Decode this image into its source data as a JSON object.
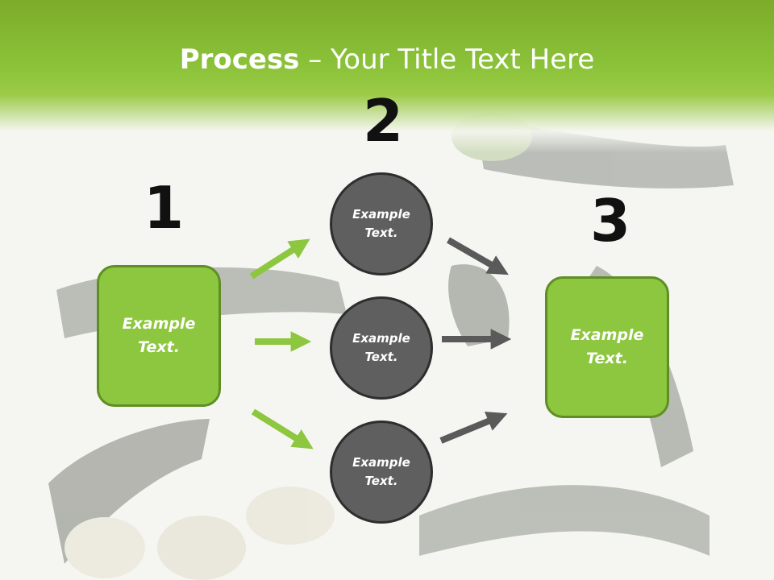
{
  "slide": {
    "title_bold": "Process",
    "title_rest": " – Your Title Text Here",
    "steps": [
      "1",
      "2",
      "3"
    ],
    "left_box": "Example Text.",
    "circles": [
      "Example Text.",
      "Example Text.",
      "Example Text."
    ],
    "right_box": "Example Text."
  },
  "colors": {
    "accent_green": "#8dc63f",
    "circle_gray": "#5f5f5f",
    "arrow_gray": "#5a5a5a"
  }
}
